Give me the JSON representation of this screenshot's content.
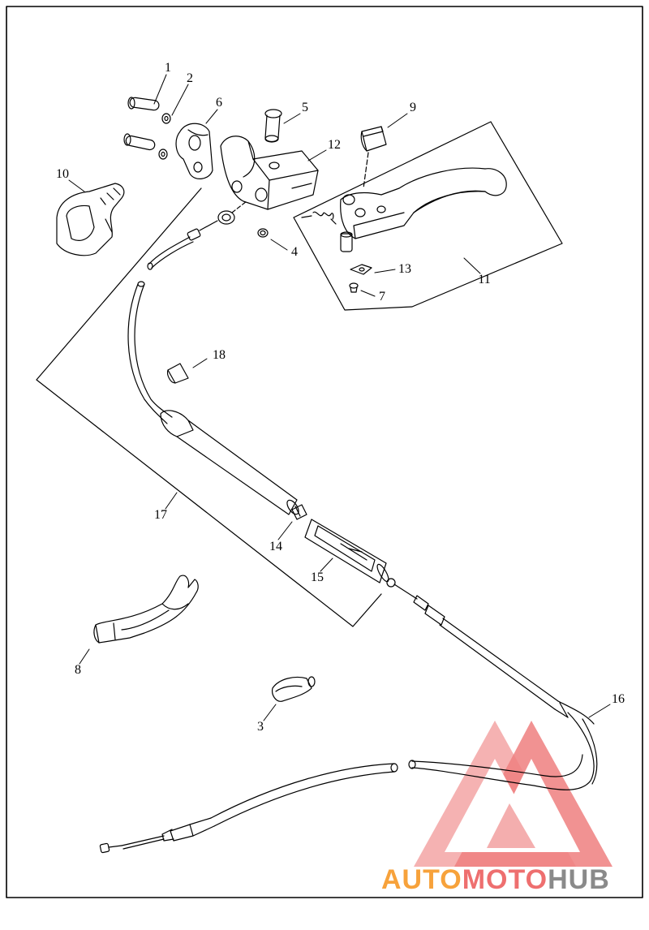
{
  "diagram": {
    "callouts": [
      {
        "id": "1",
        "label": "1"
      },
      {
        "id": "2",
        "label": "2"
      },
      {
        "id": "3",
        "label": "3"
      },
      {
        "id": "4",
        "label": "4"
      },
      {
        "id": "5",
        "label": "5"
      },
      {
        "id": "6",
        "label": "6"
      },
      {
        "id": "7",
        "label": "7"
      },
      {
        "id": "8",
        "label": "8"
      },
      {
        "id": "9",
        "label": "9"
      },
      {
        "id": "10",
        "label": "10"
      },
      {
        "id": "11",
        "label": "11"
      },
      {
        "id": "12",
        "label": "12"
      },
      {
        "id": "13",
        "label": "13"
      },
      {
        "id": "14",
        "label": "14"
      },
      {
        "id": "15",
        "label": "15"
      },
      {
        "id": "16",
        "label": "16"
      },
      {
        "id": "17",
        "label": "17"
      },
      {
        "id": "18",
        "label": "18"
      }
    ]
  },
  "watermark": {
    "part1": "AUTO",
    "part2": "MOTO",
    "part3": "HUB",
    "colors": {
      "orange": "#f7a23b",
      "red": "#ee6f6f",
      "gray": "#8a8a8a",
      "logo_red": "#f08a8a"
    }
  },
  "colors": {
    "line": "#000000",
    "background": "#ffffff"
  }
}
